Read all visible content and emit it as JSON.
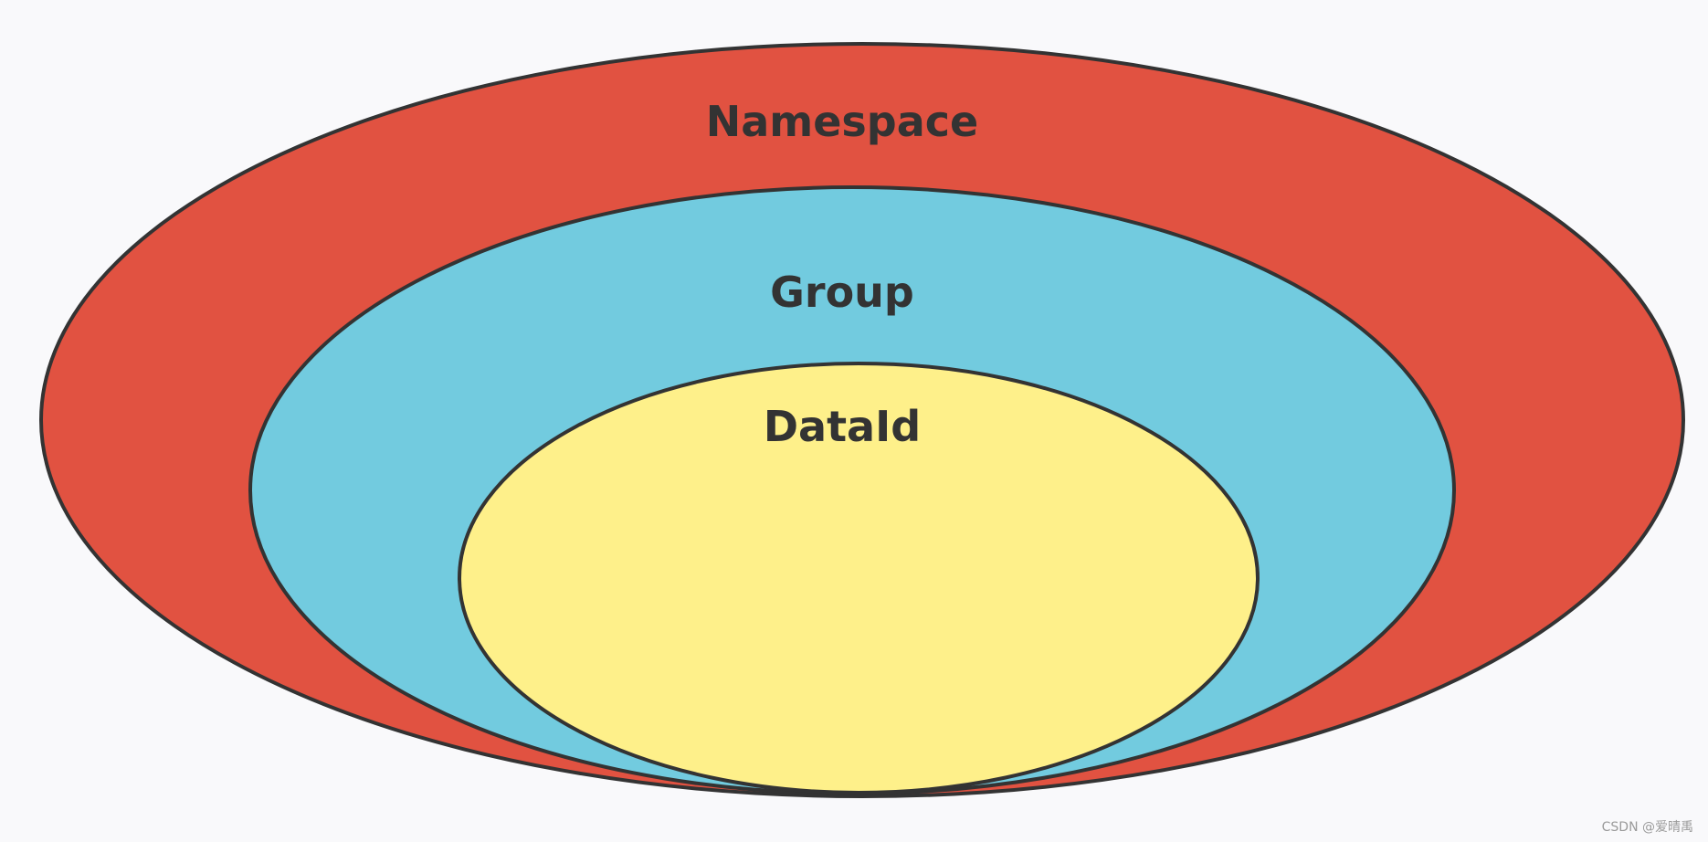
{
  "diagram": {
    "layers": [
      {
        "label": "Namespace",
        "fill": "#e15241",
        "stroke": "#333333"
      },
      {
        "label": "Group",
        "fill": "#72cbdf",
        "stroke": "#333333"
      },
      {
        "label": "DataId",
        "fill": "#fef08a",
        "stroke": "#333333"
      }
    ]
  },
  "watermark": "CSDN @爱晴禹"
}
